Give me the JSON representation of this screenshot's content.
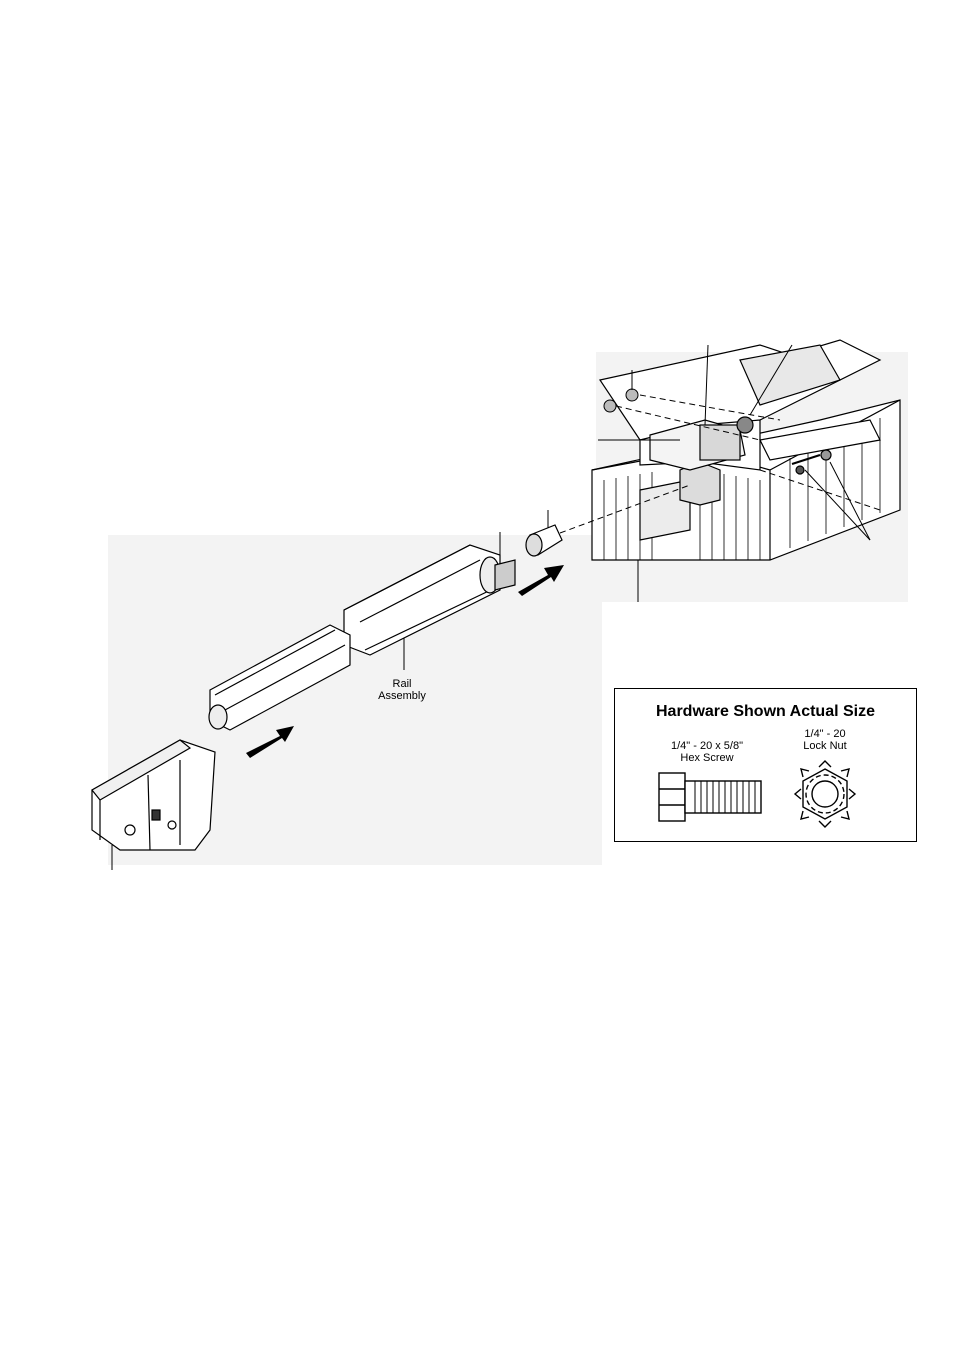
{
  "diagram": {
    "rail_label_line1": "Rail",
    "rail_label_line2": "Assembly"
  },
  "hardware_box": {
    "title": "Hardware Shown Actual Size",
    "items": [
      {
        "line1": "1/4\" - 20 x 5/8\"",
        "line2": "Hex Screw",
        "icon": "hex-screw-icon"
      },
      {
        "line1": "1/4\" - 20",
        "line2": "Lock Nut",
        "icon": "lock-nut-icon"
      }
    ]
  }
}
